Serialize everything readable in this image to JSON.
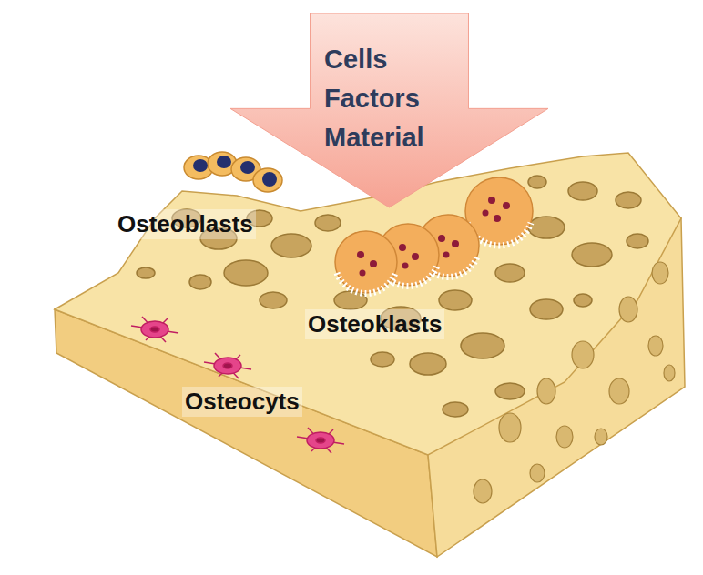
{
  "diagram": {
    "nodes": [
      {
        "text": [
          "Cells Factors Material"
        ]
      }
    ],
    "labels": [
      "Osteoblasts",
      "Osteoklasts",
      "Osteocyts"
    ]
  }
}
